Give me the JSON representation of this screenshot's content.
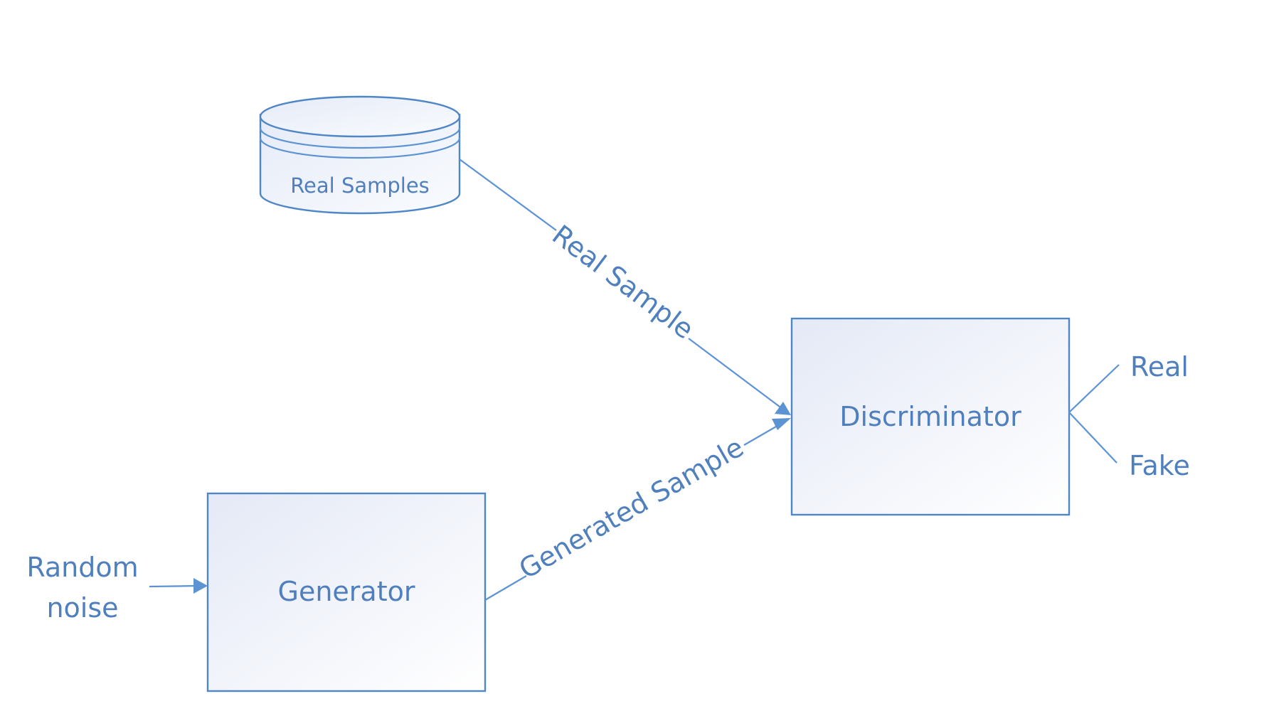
{
  "nodes": {
    "real_samples": "Real Samples",
    "generator": "Generator",
    "discriminator": "Discriminator",
    "input": "Random\nnoise",
    "input_line1": "Random",
    "input_line2": "noise"
  },
  "edges": {
    "real_sample": "Real Sample",
    "generated_sample": "Generated Sample"
  },
  "outputs": {
    "real": "Real",
    "fake": "Fake"
  },
  "colors": {
    "stroke": "#4f86c6",
    "text": "#4f80bd",
    "fill_light": "#e6ebf7"
  }
}
